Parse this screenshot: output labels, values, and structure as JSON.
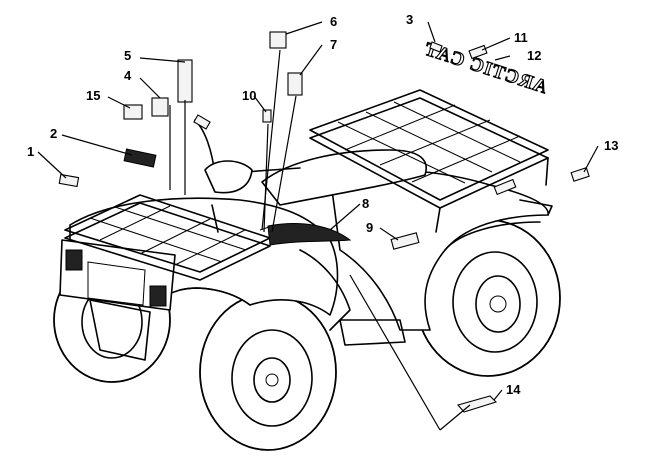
{
  "diagram": {
    "rear_logo_text": "ARCTIC CAT",
    "callouts": [
      {
        "id": "1",
        "label": "1"
      },
      {
        "id": "2",
        "label": "2"
      },
      {
        "id": "3",
        "label": "3"
      },
      {
        "id": "4",
        "label": "4"
      },
      {
        "id": "5",
        "label": "5"
      },
      {
        "id": "6",
        "label": "6"
      },
      {
        "id": "7",
        "label": "7"
      },
      {
        "id": "8",
        "label": "8"
      },
      {
        "id": "9",
        "label": "9"
      },
      {
        "id": "10",
        "label": "10"
      },
      {
        "id": "11",
        "label": "11"
      },
      {
        "id": "12",
        "label": "12"
      },
      {
        "id": "13",
        "label": "13"
      },
      {
        "id": "14",
        "label": "14"
      },
      {
        "id": "15",
        "label": "15"
      }
    ]
  }
}
